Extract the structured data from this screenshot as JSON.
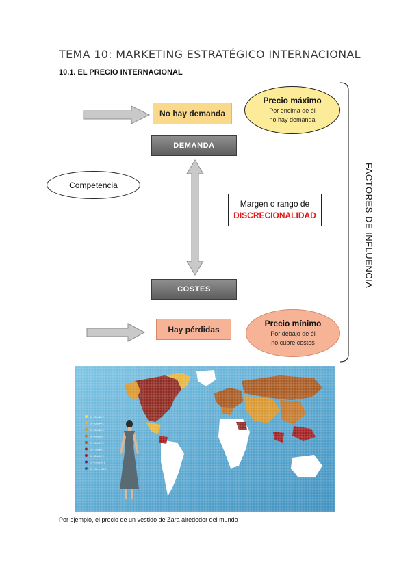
{
  "header": {
    "title": "TEMA 10: MARKETING ESTRATÉGICO INTERNACIONAL",
    "section": "10.1. EL PRECIO INTERNACIONAL"
  },
  "diagram": {
    "no_demand": "No hay demanda",
    "demand": "DEMANDA",
    "costs": "COSTES",
    "losses": "Hay pérdidas",
    "competition": "Competencia",
    "margin_line1": "Margen o rango de",
    "margin_line2": "DISCRECIONALIDAD",
    "max_price": {
      "title": "Precio máximo",
      "line1": "Por encima de él",
      "line2": "no hay demanda"
    },
    "min_price": {
      "title": "Precio mínimo",
      "line1": "Por debajo de él",
      "line2": "no cubre costes"
    },
    "factors": "FACTORES DE INFLUENCIA"
  },
  "map": {
    "legend": [
      "De 20 a 30 €",
      "De 30 a 40 €",
      "De 40 a 50 €",
      "De 50 a 60 €",
      "De 60 a 70 €",
      "De 70 a 80 €",
      "De 80 a 90 €",
      "De 90 a 100 €",
      "De 100 a 110 €"
    ],
    "legend_colors": [
      "#f3e24a",
      "#e8b53a",
      "#d9982e",
      "#c4782a",
      "#a85a22",
      "#8e2a20",
      "#a31e1e",
      "#5a2868",
      "#2f5aa0"
    ]
  },
  "caption": "Por ejemplo, el precio de un vestido de Zara alrededor del mundo"
}
